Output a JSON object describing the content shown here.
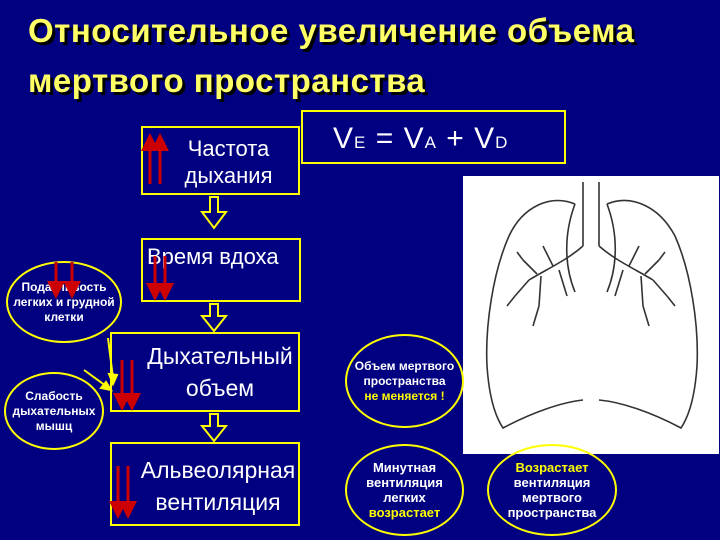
{
  "title": "Относительное увеличение объема мертвого пространства",
  "equation": {
    "ve": "V",
    "ve_sub": "E",
    "eq": " = ",
    "va": "V",
    "va_sub": "A",
    "plus": " + ",
    "vd": "V",
    "vd_sub": "D"
  },
  "boxes": {
    "frequency": "Частота дыхания",
    "inspiration_time": "Время вдоха",
    "tidal_volume": "Дыхательный объем",
    "alveolar_ventilation": "Альвеолярная вентиляция"
  },
  "ovals": {
    "compliance": "Податливость легких и грудной клетки",
    "weakness": "Слабость дыхательных мышц",
    "dead_space_line1": "Объем мертвого пространства",
    "dead_space_line2": "не меняется !",
    "minute_line1": "Минутная вентиляция легких",
    "minute_line2": "возрастает",
    "grows_line1": "Возрастает",
    "grows_line2": "вентиляция мертвого пространства"
  },
  "colors": {
    "background": "#000080",
    "frame": "#ffff00",
    "arrow": "#cc0000",
    "title": "#ffff66"
  },
  "icons": [
    "up-arrow-icon",
    "down-arrow-icon",
    "flow-arrow-icon",
    "lungs-illustration"
  ]
}
